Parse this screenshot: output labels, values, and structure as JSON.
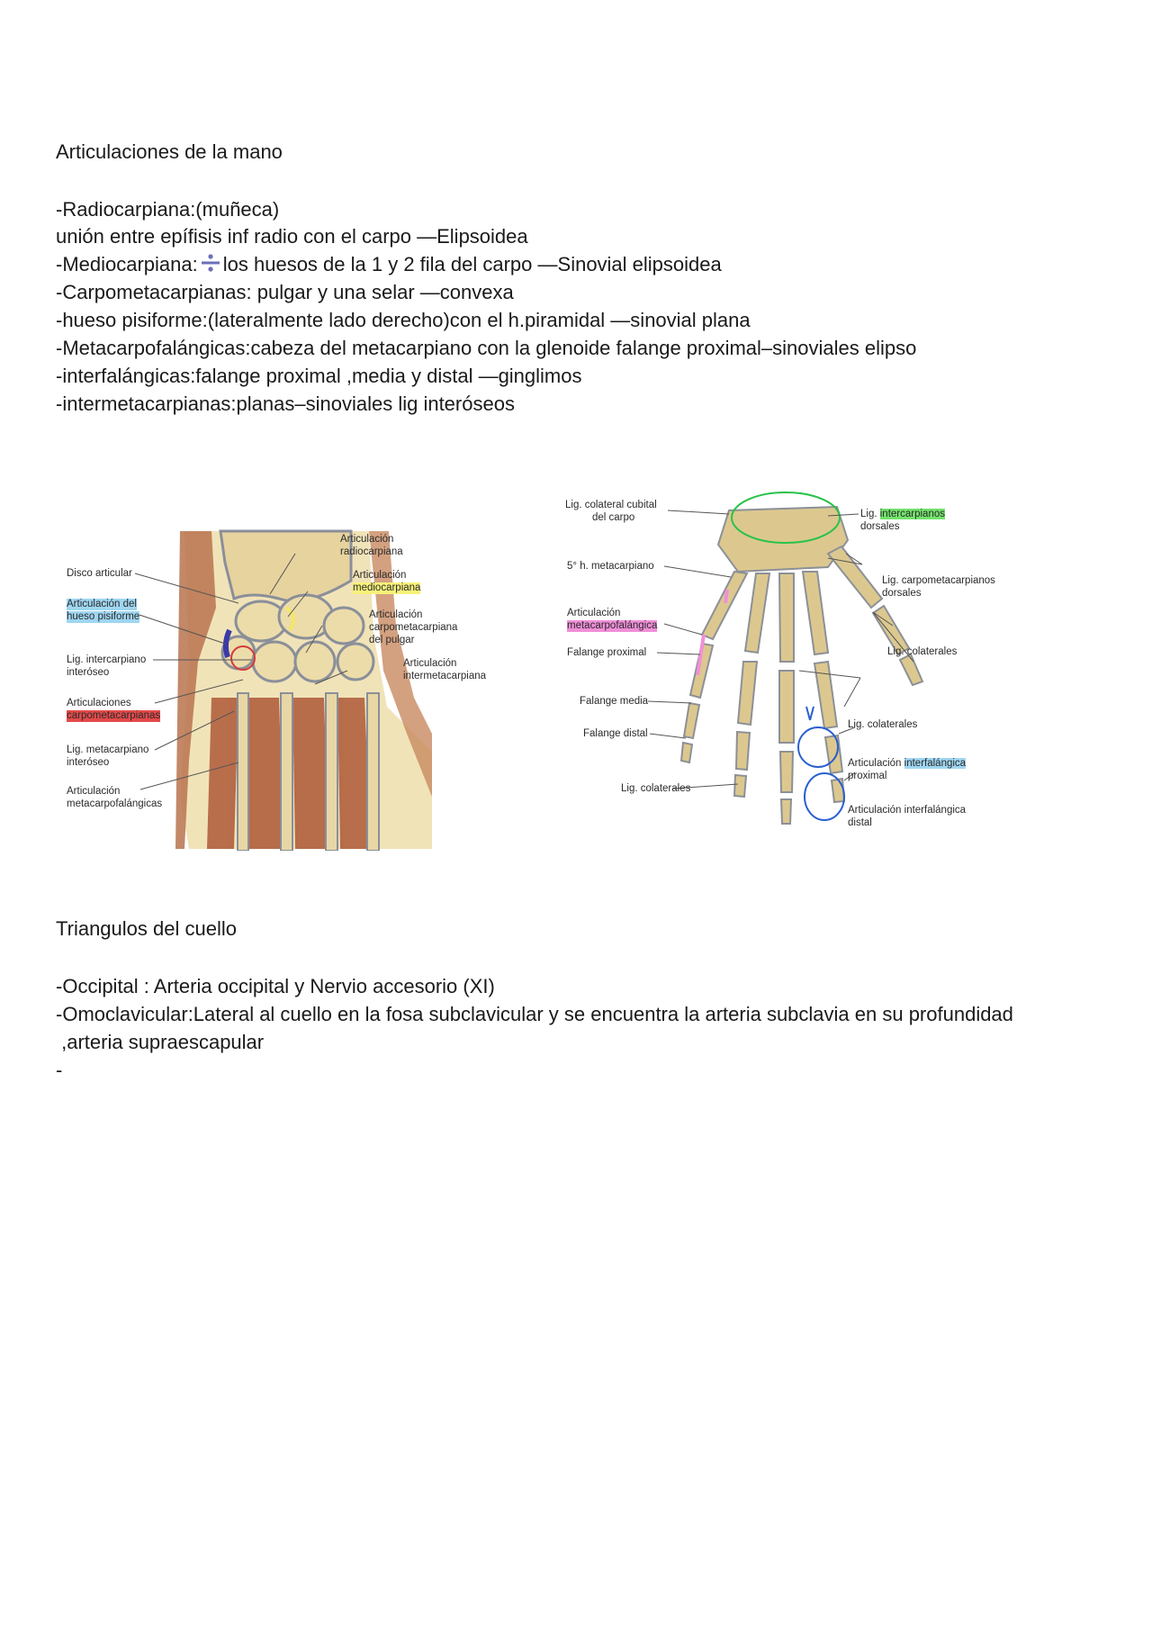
{
  "section1": {
    "title": "Articulaciones de la mano",
    "lines": [
      "-Radiocarpiana:(muñeca)",
      "unión entre epífisis inf radio con el carpo —Elipsoidea",
      "-Mediocarpiana:",
      "los huesos de la 1 y 2 fila  del carpo —Sinovial elipsoidea",
      "-Carpometacarpianas: pulgar y una selar —convexa",
      "-hueso pisiforme:(lateralmente lado derecho)con el h.piramidal —sinovial plana",
      "-Metacarpofalángicas:cabeza del metacarpiano con la glenoide falange proximal–sinoviales elipso",
      "-interfalángicas:falange proximal ,media y distal —ginglimos",
      "-intermetacarpianas:planas–sinoviales lig interóseos"
    ]
  },
  "figure_left": {
    "labels": {
      "disco_articular": "Disco articular",
      "art_hueso_pisiforme_1": "Articulación del",
      "art_hueso_pisiforme_2": "hueso pisiforme",
      "lig_intercarpiano_1": "Lig. intercarpiano",
      "lig_intercarpiano_2": "interóseo",
      "art_carpometacarpianas_1": "Articulaciones",
      "art_carpometacarpianas_2": "carpometacarpianas",
      "lig_metacarpiano_1": "Lig. metacarpiano",
      "lig_metacarpiano_2": "interóseo",
      "art_metacarpofalangicas_1": "Articulación",
      "art_metacarpofalangicas_2": "metacarpofalángicas",
      "art_radiocarpiana_1": "Articulación",
      "art_radiocarpiana_2": "radiocarpiana",
      "art_mediocarpiana_1": "Articulación",
      "art_mediocarpiana_2": "mediocarpiana",
      "art_carpometacarpiana_pulgar_1": "Articulación",
      "art_carpometacarpiana_pulgar_2": "carpometacarpiana",
      "art_carpometacarpiana_pulgar_3": "del pulgar",
      "art_intermetacarpiana_1": "Articulación",
      "art_intermetacarpiana_2": "intermetacarpiana"
    }
  },
  "figure_right": {
    "labels": {
      "lig_colateral_cubital_1": "Lig. colateral cubital",
      "lig_colateral_cubital_2": "del carpo",
      "quinto_metacarpiano": "5° h. metacarpiano",
      "art_metacarpofalangica_1": "Articulación",
      "art_metacarpofalangica_2": "metacarpofalángica",
      "falange_proximal": "Falange proximal",
      "falange_media": "Falange media",
      "falange_distal": "Falange distal",
      "lig_colaterales_bottom": "Lig. colaterales",
      "lig_intercarpianos_a": "Lig.",
      "lig_intercarpianos_b": "intercarpianos",
      "lig_intercarpianos_c": "dorsales",
      "lig_carpometacarpianos_1": "Lig. carpometacarpianos",
      "lig_carpometacarpianos_2": "dorsales",
      "lig_colaterales_1": "Lig. colaterales",
      "lig_colaterales_2": "Lig. colaterales",
      "art_interfalangica_prox_a": "Articulación",
      "art_interfalangica_prox_b": "interfalángica",
      "art_interfalangica_prox_c": "proximal",
      "art_interfalangica_distal_1": "Articulación interfalángica",
      "art_interfalangica_distal_2": "distal"
    }
  },
  "section2": {
    "title": "Triangulos del cuello",
    "lines": [
      "-Occipital : Arteria occipital y Nervio accesorio (XI)",
      "-Omoclavicular:Lateral al cuello en la fosa subclavicular y se encuentra la arteria subclavia  en su profundidad",
      " ,arteria supraescapular",
      "-"
    ]
  },
  "colors": {
    "highlight_blue": "#9fd6f2",
    "highlight_yellow": "#f7f27a",
    "highlight_red": "#e44a4a",
    "highlight_pink": "#f08fd8",
    "highlight_green": "#73e36b"
  }
}
